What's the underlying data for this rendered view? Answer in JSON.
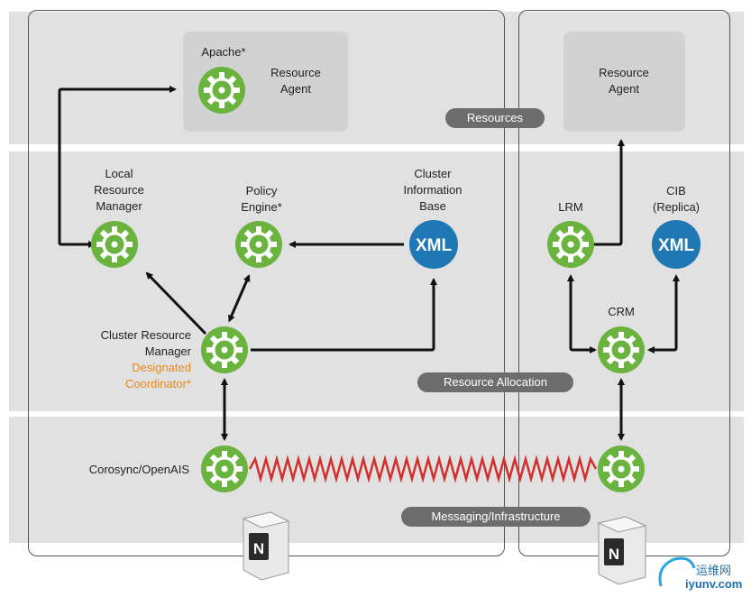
{
  "labels": {
    "apache": "Apache*",
    "resource_agent": "Resource\nAgent",
    "resource_agent_right": "Resource\nAgent",
    "lrm_full": "Local\nResource\nManager",
    "policy_engine": "Policy\nEngine*",
    "cib": "Cluster\nInformation\nBase",
    "lrm": "LRM",
    "cib_replica": "CIB\n(Replica)",
    "crm_full": "Cluster Resource\nManager",
    "designated": "Designated\nCoordinator*",
    "crm": "CRM",
    "corosync": "Corosync/OpenAIS",
    "xml_left": "XML",
    "xml_right": "XML",
    "node_left": "N",
    "node_right": "N"
  },
  "pills": {
    "resources": "Resources",
    "allocation": "Resource Allocation",
    "messaging": "Messaging/Infrastructure"
  },
  "watermark": {
    "cn": "运维网",
    "url": "iyunv.com"
  },
  "colors": {
    "gear_green": "#6ab33e",
    "xml_blue": "#1f78b4",
    "zigzag_red": "#d32f2f",
    "accent_orange": "#e8891d"
  }
}
